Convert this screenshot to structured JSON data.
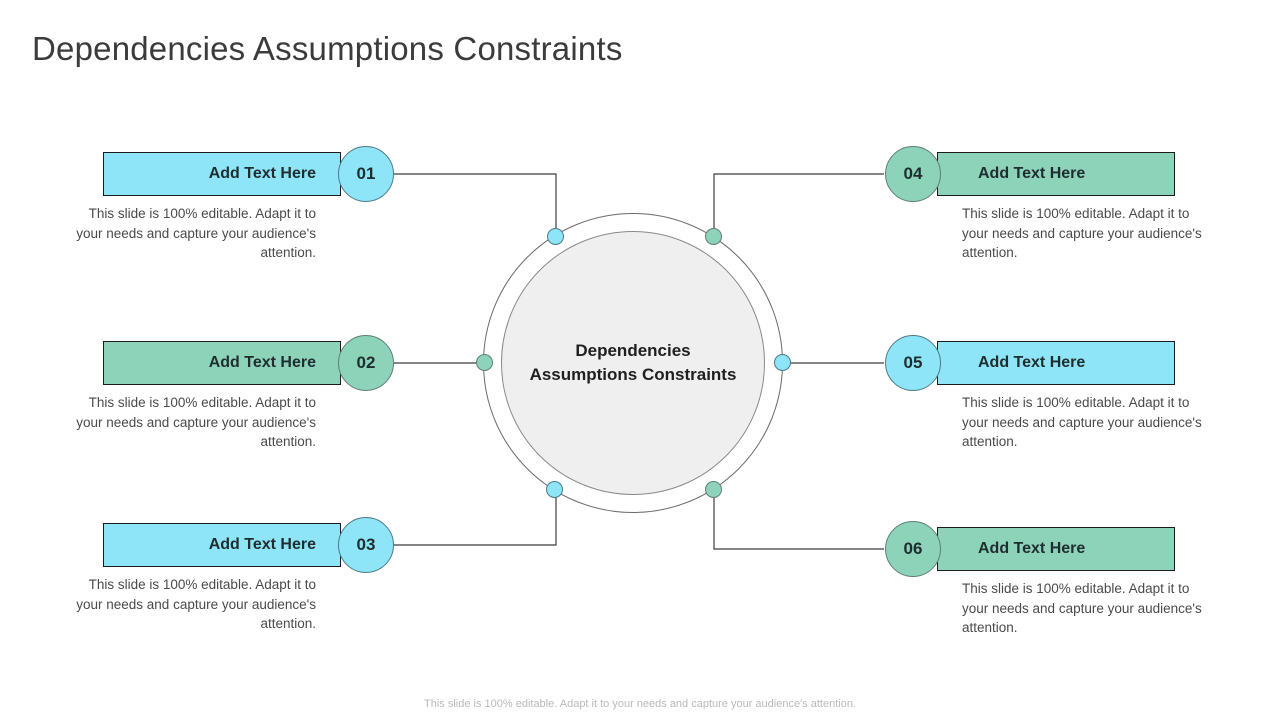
{
  "slide": {
    "title": "Dependencies Assumptions Constraints",
    "footer": "This slide is 100% editable. Adapt it to your needs and capture your audience's attention."
  },
  "hub": {
    "line1": "Dependencies",
    "line2": "Assumptions Constraints",
    "fill": "#efefef",
    "ring_stroke": "#6b6b6b"
  },
  "colors": {
    "cyan": "#8DE5F7",
    "green": "#8CD3BA",
    "cyan_border": "#4e7a86",
    "green_border": "#5f7f76",
    "text_dark": "#1f2d2e",
    "body_text": "#4a4a4a",
    "title_text": "#3b3b3b"
  },
  "description_default": "This slide is 100% editable. Adapt it to your needs and capture your audience's attention.",
  "items": [
    {
      "number": "01",
      "label": "Add Text Here",
      "description": "This slide is 100% editable. Adapt it to your needs and capture your audience's attention.",
      "side": "left",
      "color": "#8DE5F7"
    },
    {
      "number": "02",
      "label": "Add Text Here",
      "description": "This slide is 100% editable. Adapt it to your needs and capture your audience's attention.",
      "side": "left",
      "color": "#8CD3BA"
    },
    {
      "number": "03",
      "label": "Add Text Here",
      "description": "This slide is 100% editable. Adapt it to your needs and capture your audience's attention.",
      "side": "left",
      "color": "#8DE5F7"
    },
    {
      "number": "04",
      "label": "Add Text Here",
      "description": "This slide is 100% editable. Adapt it to your needs and capture your audience's attention.",
      "side": "right",
      "color": "#8CD3BA"
    },
    {
      "number": "05",
      "label": "Add Text Here",
      "description": "This slide is 100% editable. Adapt it to your needs and capture your audience's attention.",
      "side": "right",
      "color": "#8DE5F7"
    },
    {
      "number": "06",
      "label": "Add Text Here",
      "description": "This slide is 100% editable. Adapt it to your needs and capture your audience's attention.",
      "side": "right",
      "color": "#8CD3BA"
    }
  ],
  "hub_dots": [
    {
      "for": "01",
      "color": "#8DE5F7"
    },
    {
      "for": "02",
      "color": "#8CD3BA"
    },
    {
      "for": "03",
      "color": "#8DE5F7"
    },
    {
      "for": "04",
      "color": "#8CD3BA"
    },
    {
      "for": "05",
      "color": "#8DE5F7"
    },
    {
      "for": "06",
      "color": "#8CD3BA"
    }
  ]
}
